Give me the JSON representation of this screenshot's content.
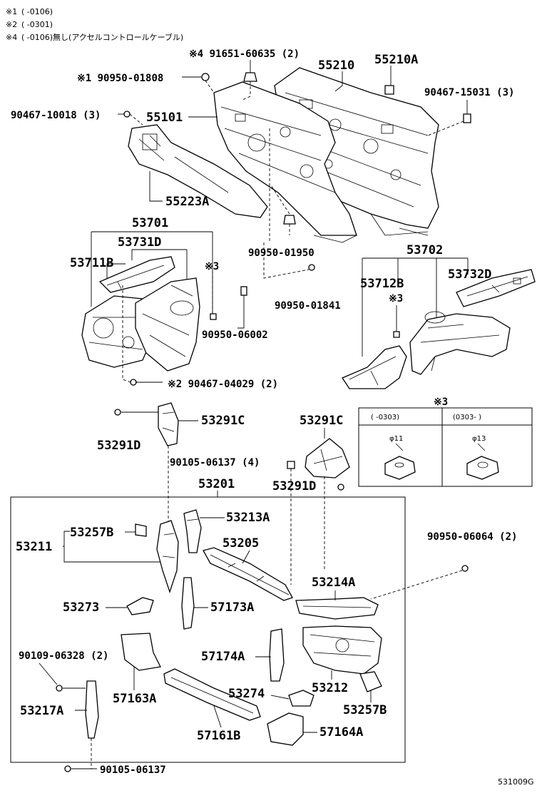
{
  "notes": [
    {
      "mark": "※1",
      "text": "(    -0106)"
    },
    {
      "mark": "※2",
      "text": "(    -0301)"
    },
    {
      "mark": "※4",
      "text": "(    -0106)無し(アクセルコントロールケーブル)"
    }
  ],
  "labels": {
    "p91651": "※4 91651-60635 (2)",
    "p55210": "55210",
    "p55210a": "55210A",
    "p90950_01808": "※1 90950-01808",
    "p90467_15031": "90467-15031 (3)",
    "p90467_10018": "90467-10018 (3)",
    "p55101": "55101",
    "p55223a": "55223A",
    "p53701": "53701",
    "p53731d": "53731D",
    "p53711b": "53711B",
    "p_mark3a": "※3",
    "p90950_01950": "90950-01950",
    "p53702": "53702",
    "p53712b": "53712B",
    "p53732d": "53732D",
    "p_mark3b": "※3",
    "p90950_01841": "90950-01841",
    "p90950_06002": "90950-06002",
    "p90467_04029": "※2 90467-04029 (2)",
    "p53291c_l": "53291C",
    "p53291d_l": "53291D",
    "p53291c_r": "53291C",
    "p90105_06137_4": "90105-06137 (4)",
    "p53291d_r": "53291D",
    "p53201": "53201",
    "p53213a": "53213A",
    "p53257b_t": "53257B",
    "p53211": "53211",
    "p53205": "53205",
    "p90950_06064": "90950-06064 (2)",
    "p53214a": "53214A",
    "p53273": "53273",
    "p57173a": "57173A",
    "p90109_06328": "90109-06328 (2)",
    "p57174a": "57174A",
    "p53212": "53212",
    "p57163a": "57163A",
    "p53274": "53274",
    "p53257b_b": "53257B",
    "p53217a": "53217A",
    "p57161b": "57161B",
    "p57164a": "57164A",
    "p90105_06137": "90105-06137"
  },
  "inset": {
    "title": "※3",
    "col1_header": "(    -0303)",
    "col2_header": "(0303-    )",
    "col1_dim": "φ11",
    "col2_dim": "φ13"
  },
  "figure_code": "531009G"
}
